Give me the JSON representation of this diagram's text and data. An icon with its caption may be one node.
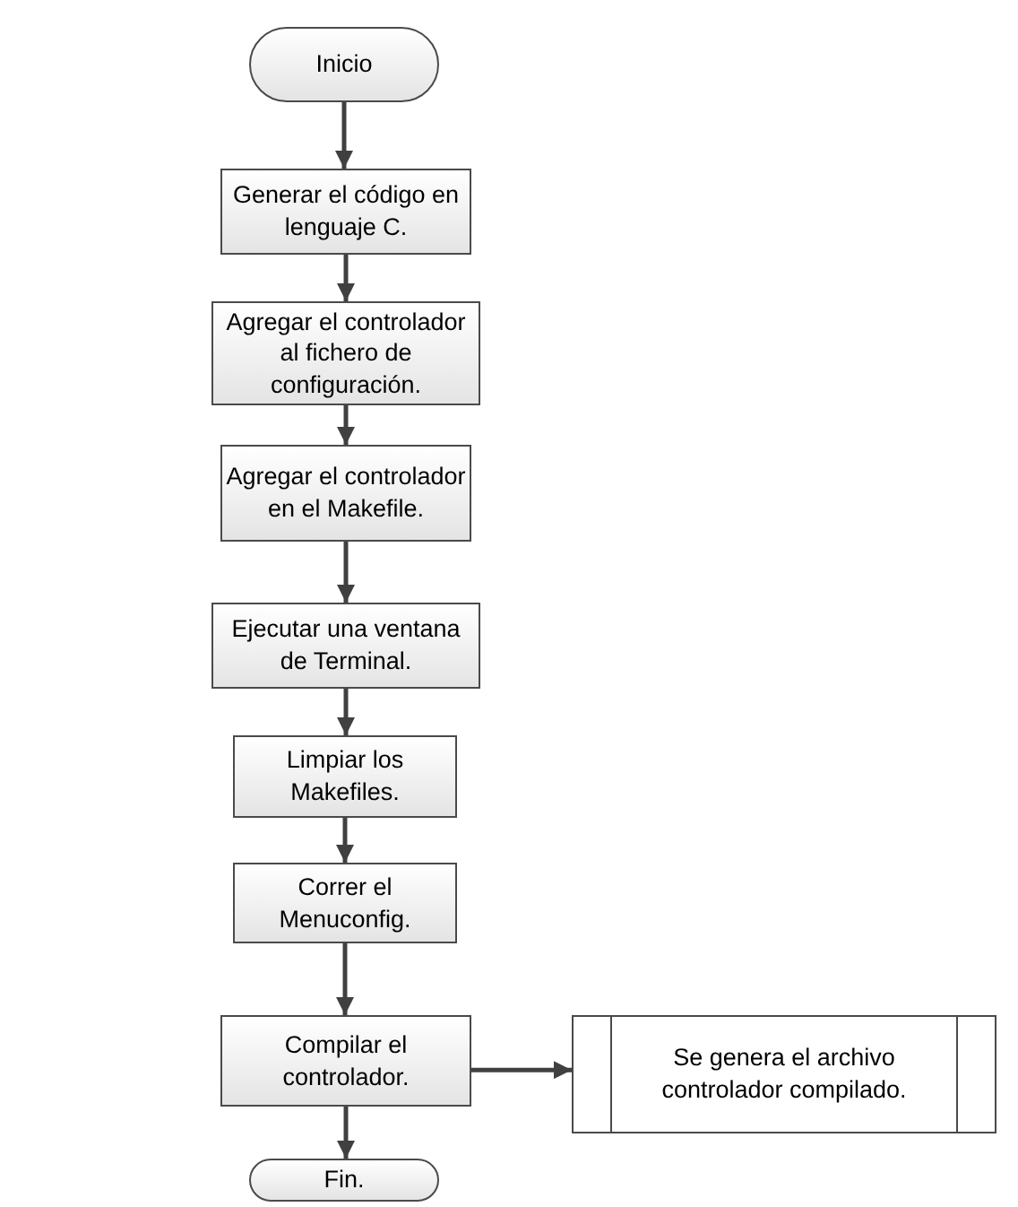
{
  "diagram": {
    "nodes": [
      {
        "text": [
          "Inicio"
        ]
      },
      {
        "text": [
          "Generar el código en lenguaje C."
        ]
      },
      {
        "text": [
          "Agregar el controlador al fichero de configuración."
        ]
      },
      {
        "text": [
          "Agregar el controlador en el Makefile."
        ]
      },
      {
        "text": [
          "Ejecutar una ventana de Terminal."
        ]
      },
      {
        "text": [
          "Limpiar los Makefiles."
        ]
      },
      {
        "text": [
          "Correr el Menuconfig."
        ]
      },
      {
        "text": [
          "Compilar el controlador."
        ]
      },
      {
        "text": [
          "Se genera el archivo controlador compilado."
        ]
      },
      {
        "text": [
          "Fin."
        ]
      }
    ],
    "edges": [
      {
        "from": 0,
        "to": 1,
        "arrow": "to"
      },
      {
        "from": 1,
        "to": 2,
        "arrow": "to"
      },
      {
        "from": 2,
        "to": 3,
        "arrow": "to"
      },
      {
        "from": 3,
        "to": 4,
        "arrow": "to"
      },
      {
        "from": 4,
        "to": 5,
        "arrow": "to"
      },
      {
        "from": 5,
        "to": 6,
        "arrow": "to"
      },
      {
        "from": 6,
        "to": 7,
        "arrow": "to"
      },
      {
        "from": 7,
        "to": 8,
        "arrow": "to"
      },
      {
        "from": 7,
        "to": 9,
        "arrow": "to"
      }
    ]
  }
}
